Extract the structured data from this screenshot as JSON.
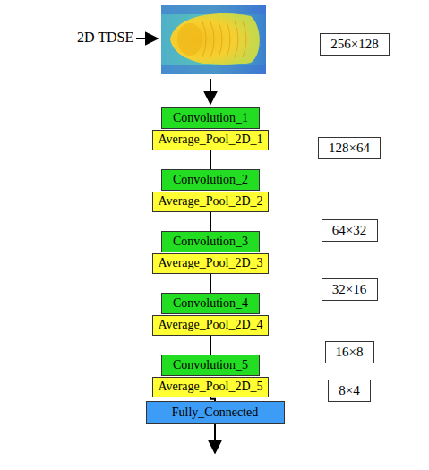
{
  "diagram": {
    "nodes": [
      {
        "text": [
          "256×128"
        ]
      },
      {
        "text": [
          "Convolution_1"
        ]
      },
      {
        "text": [
          "Average_Pool_2D_1"
        ]
      },
      {
        "text": [
          "128×64"
        ]
      },
      {
        "text": [
          "Convolution_2"
        ]
      },
      {
        "text": [
          "Average_Pool_2D_2"
        ]
      },
      {
        "text": [
          "64×32"
        ]
      },
      {
        "text": [
          "Convolution_3"
        ]
      },
      {
        "text": [
          "Average_Pool_2D_3"
        ]
      },
      {
        "text": [
          "32×16"
        ]
      },
      {
        "text": [
          "Convolution_4"
        ]
      },
      {
        "text": [
          "Average_Pool_2D_4"
        ]
      },
      {
        "text": [
          "16×8"
        ]
      },
      {
        "text": [
          "Convolution_5"
        ]
      },
      {
        "text": [
          "Average_Pool_2D_5"
        ]
      },
      {
        "text": [
          "8×4"
        ]
      },
      {
        "text": [
          "Fully_Connected"
        ]
      }
    ],
    "edges": [
      {
        "from": 2,
        "to": 4,
        "arrow": "none"
      },
      {
        "from": 5,
        "to": 7,
        "arrow": "none"
      },
      {
        "from": 8,
        "to": 10,
        "arrow": "none"
      },
      {
        "from": 11,
        "to": 13,
        "arrow": "none"
      },
      {
        "from": 14,
        "to": 16,
        "arrow": "none"
      }
    ],
    "labels": [
      "2D TDSE"
    ]
  }
}
